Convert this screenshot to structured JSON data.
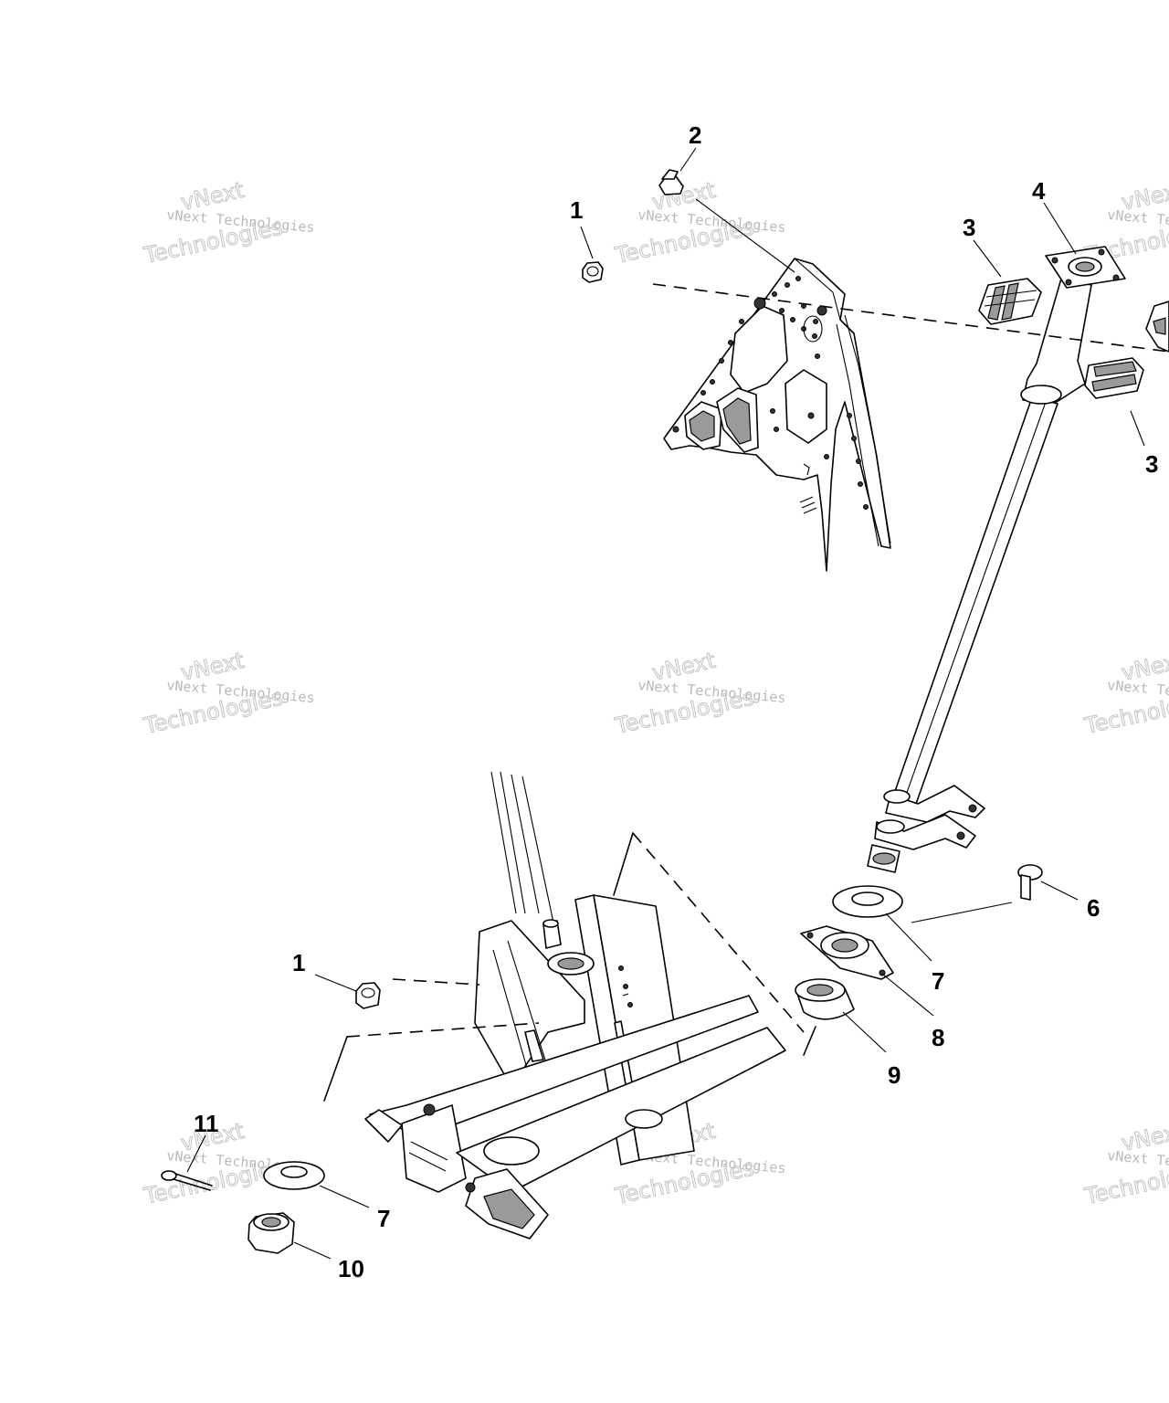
{
  "callouts": [
    {
      "id": "c1a",
      "text": "1"
    },
    {
      "id": "c2",
      "text": "2"
    },
    {
      "id": "c3a",
      "text": "3"
    },
    {
      "id": "c4",
      "text": "4"
    },
    {
      "id": "c3b",
      "text": "3"
    },
    {
      "id": "c1b",
      "text": "1"
    },
    {
      "id": "c6",
      "text": "6"
    },
    {
      "id": "c7a",
      "text": "7"
    },
    {
      "id": "c8",
      "text": "8"
    },
    {
      "id": "c9",
      "text": "9"
    },
    {
      "id": "c11",
      "text": "11"
    },
    {
      "id": "c7b",
      "text": "7"
    },
    {
      "id": "c10",
      "text": "10"
    }
  ],
  "watermark": {
    "line_a": "vNext Technologies",
    "line_b": "vNext",
    "line_c": "Technologies"
  }
}
